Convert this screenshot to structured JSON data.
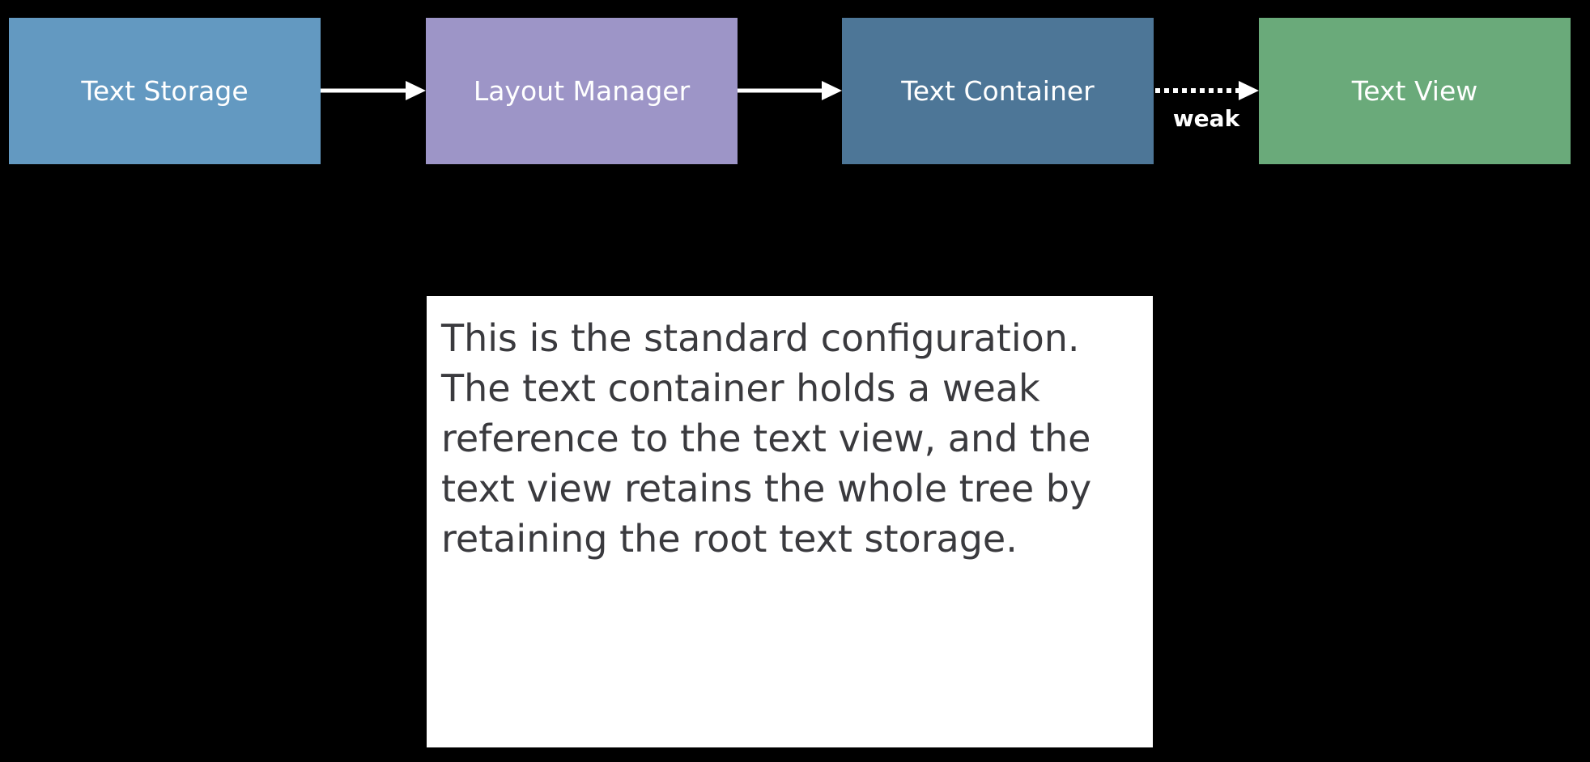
{
  "diagram": {
    "nodes": [
      {
        "id": "text-storage",
        "label": "Text Storage",
        "color": "#6399c1"
      },
      {
        "id": "layout-manager",
        "label": "Layout Manager",
        "color": "#9d95c7"
      },
      {
        "id": "text-container",
        "label": "Text Container",
        "color": "#4d7697"
      },
      {
        "id": "text-view",
        "label": "Text View",
        "color": "#6aaa7a"
      }
    ],
    "edges": [
      {
        "from": "text-storage",
        "to": "layout-manager",
        "style": "solid"
      },
      {
        "from": "layout-manager",
        "to": "text-container",
        "style": "solid"
      },
      {
        "from": "text-container",
        "to": "text-view",
        "style": "dotted",
        "label": "weak"
      }
    ]
  },
  "note": {
    "text": "This is the standard configuration. The text container holds a weak reference to the text view, and the text view retains the whole tree by retaining the root text storage."
  }
}
